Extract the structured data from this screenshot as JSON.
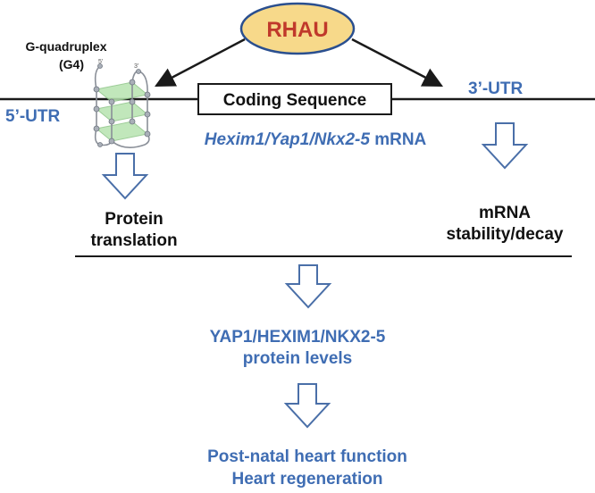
{
  "regulator": {
    "label": "RHAU",
    "fill": "#f7d98a",
    "text_color": "#c0392b"
  },
  "structure": {
    "line1": "G-quadruplex",
    "line2": "(G4)",
    "five_prime": "5'",
    "three_prime": "3'"
  },
  "mrna": {
    "five_utr": "5’-UTR",
    "coding": "Coding Sequence",
    "three_utr": "3’-UTR",
    "genes": "Hexim1/Yap1/Nkx2-5",
    "suffix": " mRNA"
  },
  "left_outcome": {
    "line1": "Protein",
    "line2": "translation"
  },
  "right_outcome": {
    "line1": "mRNA",
    "line2": "stability/decay"
  },
  "protein_levels": {
    "line1": "YAP1/HEXIM1/NKX2-5",
    "line2": "protein levels"
  },
  "final_outcome": {
    "line1": "Post-natal heart function",
    "line2": "Heart regeneration"
  },
  "colors": {
    "blue": "#3f6db3",
    "arrow_stroke": "#4a6fa8",
    "line": "#1a1a1a",
    "g4_green": "#b7e3b0"
  }
}
